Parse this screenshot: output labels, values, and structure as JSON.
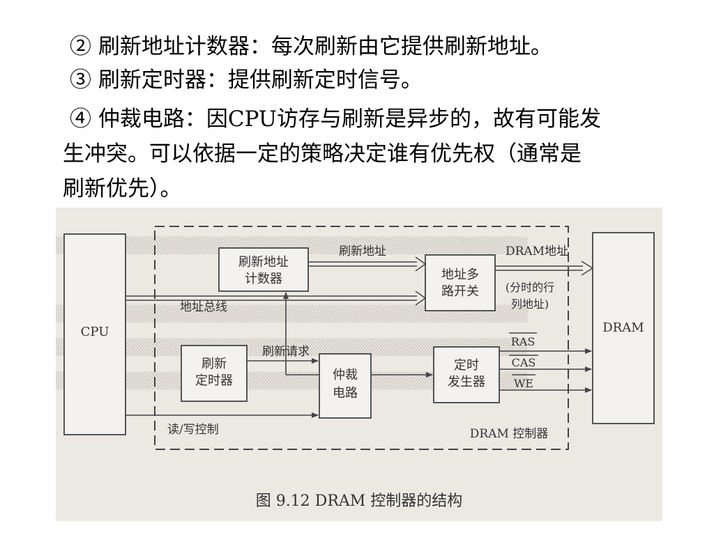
{
  "text": {
    "line1": "② 刷新地址计数器：每次刷新由它提供刷新地址。",
    "line2": "③ 刷新定时器：提供刷新定时信号。",
    "line3": "④ 仲裁电路：因CPU访存与刷新是异步的，故有可能发",
    "line4": "生冲突。可以依据一定的策略决定谁有优先权（通常是",
    "line5": "刷新优先）。"
  },
  "diagram": {
    "cpu": "CPU",
    "dram": "DRAM",
    "refresh_counter_1": "刷新地址",
    "refresh_counter_2": "计数器",
    "mux_1": "地址多",
    "mux_2": "路开关",
    "refresh_timer_1": "刷新",
    "refresh_timer_2": "定时器",
    "arbiter_1": "仲裁",
    "arbiter_2": "电路",
    "timing_1": "定时",
    "timing_2": "发生器",
    "label_refresh_addr": "刷新地址",
    "label_dram_addr": "DRAM地址",
    "label_split_1": "(分时的行",
    "label_split_2": "列地址)",
    "label_addr_bus": "地址总线",
    "label_refresh_req": "刷新请求",
    "label_rw": "读/写控制",
    "label_ras": "RAS",
    "label_cas": "CAS",
    "label_we": "WE",
    "label_controller": "DRAM 控制器",
    "caption": "图 9.12   DRAM 控制器的结构"
  },
  "colors": {
    "background": "#ffffff",
    "figure_bg": "#ece9e3",
    "ink": "#333333"
  }
}
